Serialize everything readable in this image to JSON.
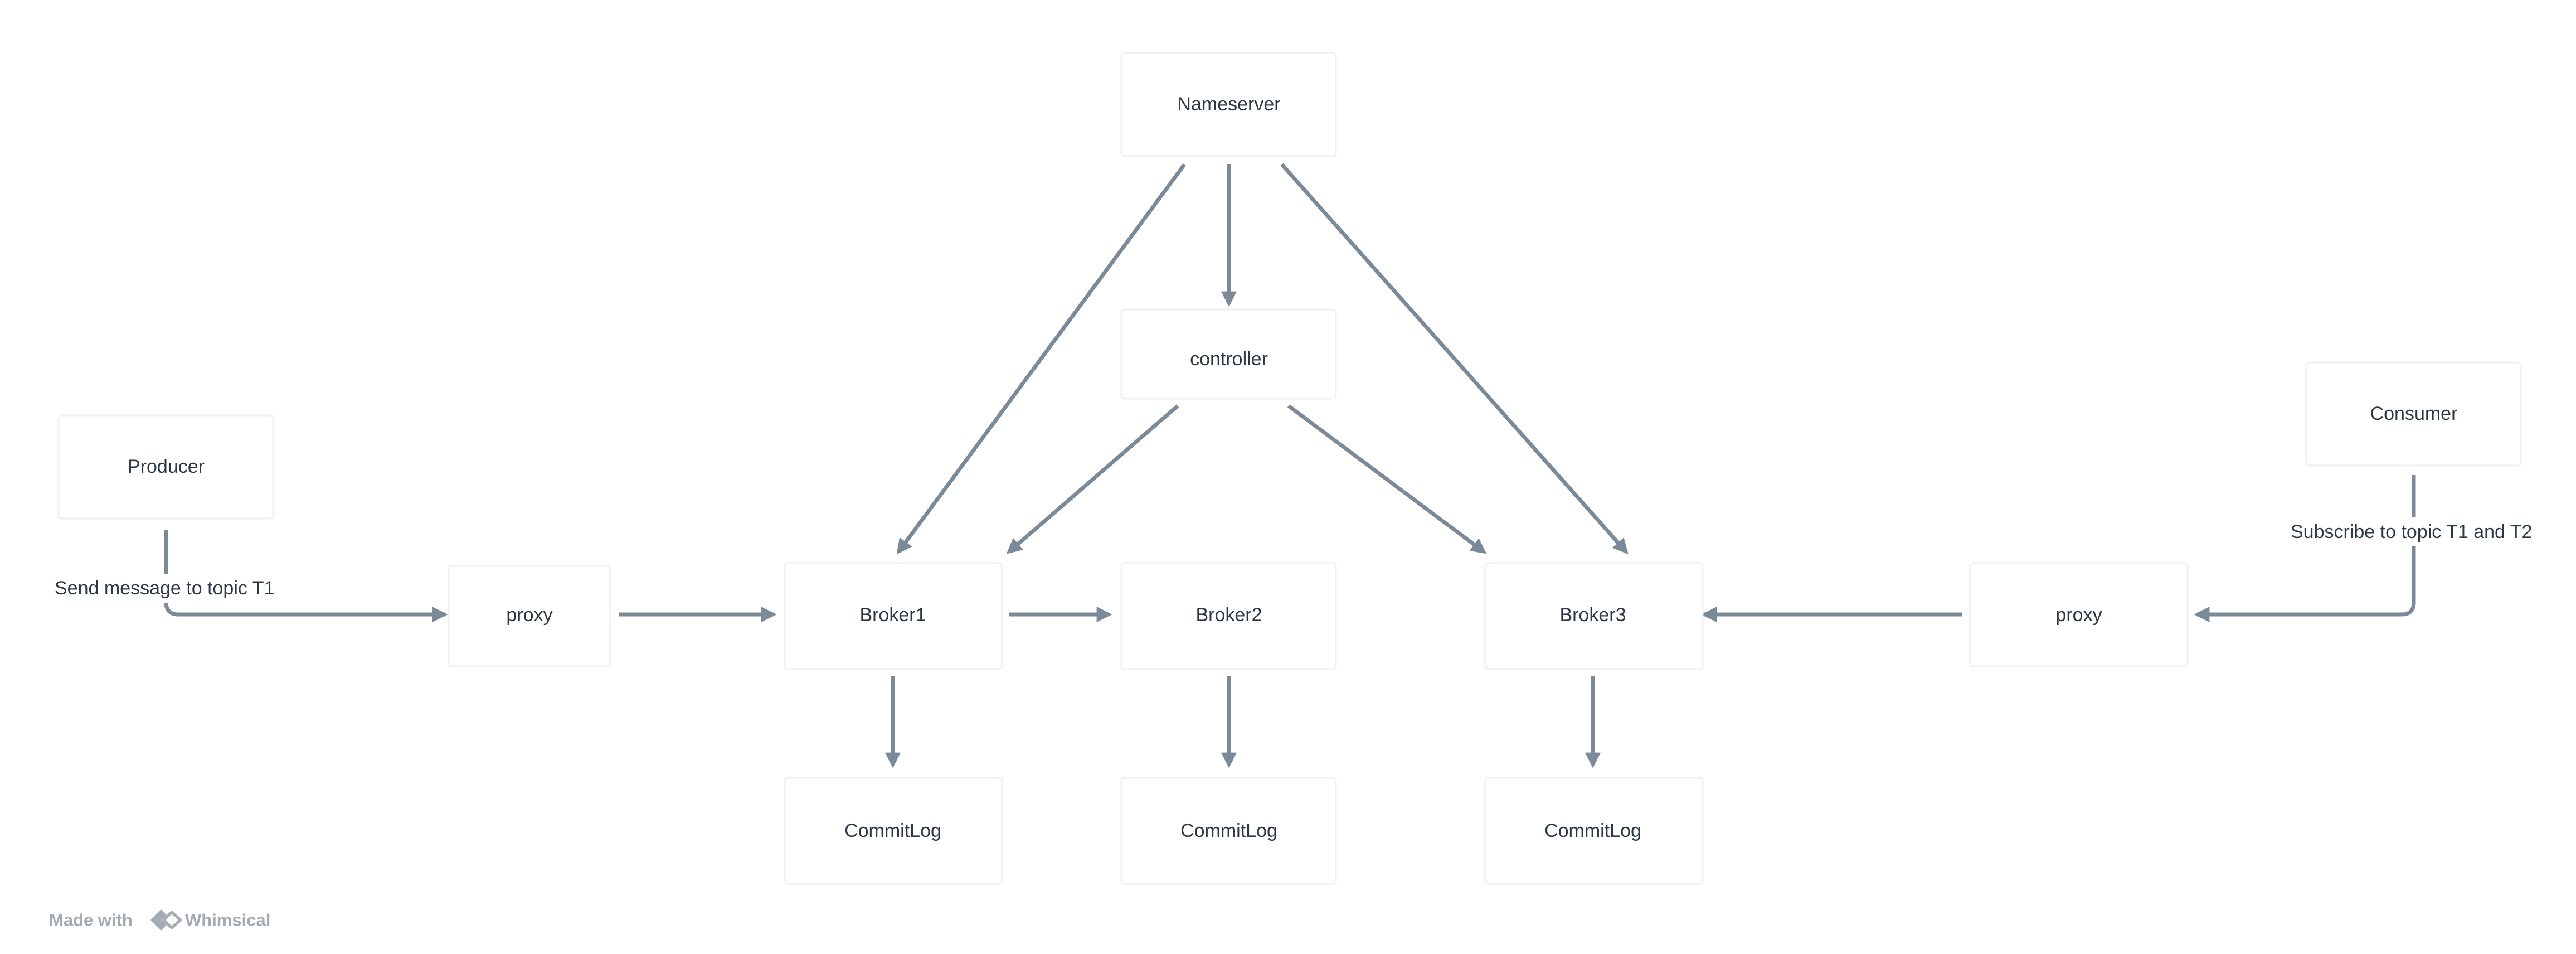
{
  "colors": {
    "edge": "#7a8a98",
    "text": "#2d3846",
    "box_border": "#eef0f2",
    "footer": "#a2aab4"
  },
  "nodes": {
    "nameserver": "Nameserver",
    "controller": "controller",
    "producer": "Producer",
    "consumer": "Consumer",
    "proxy_left": "proxy",
    "proxy_right": "proxy",
    "broker1": "Broker1",
    "broker2": "Broker2",
    "broker3": "Broker3",
    "commitlog1": "CommitLog",
    "commitlog2": "CommitLog",
    "commitlog3": "CommitLog"
  },
  "edge_labels": {
    "producer_send": "Send message to topic T1",
    "consumer_subscribe": "Subscribe to topic T1 and T2"
  },
  "footer": {
    "made_with": "Made with",
    "brand": "Whimsical",
    "logo_icon": "whimsical-logo-icon"
  }
}
